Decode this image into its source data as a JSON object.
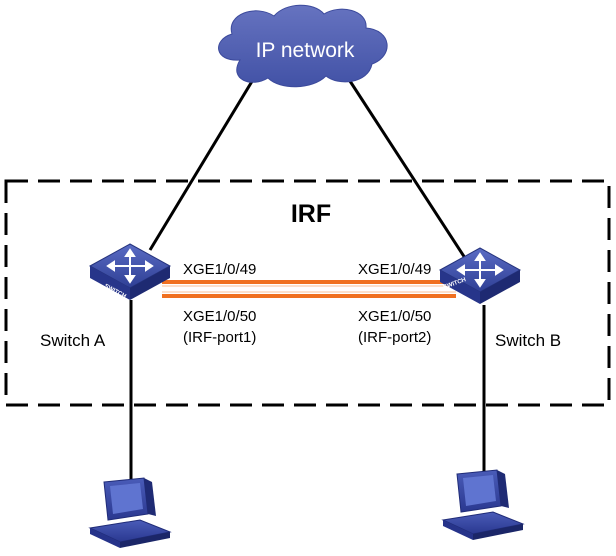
{
  "cloud": {
    "label": "IP network"
  },
  "irf_group": {
    "label": "IRF"
  },
  "switch_a": {
    "name": "Switch A",
    "badge": "SWITCH",
    "port_top": "XGE1/0/49",
    "port_bottom": "XGE1/0/50",
    "irf_port": "(IRF-port1)"
  },
  "switch_b": {
    "name": "Switch B",
    "badge": "SWITCH",
    "port_top": "XGE1/0/49",
    "port_bottom": "XGE1/0/50",
    "irf_port": "(IRF-port2)"
  },
  "colors": {
    "device_blue": "#3b4fa8",
    "cloud_blue": "#5563b4",
    "irf_link": "#f07020",
    "line": "#000000"
  },
  "icons": [
    "cloud-icon",
    "switch-icon",
    "pc-icon"
  ]
}
